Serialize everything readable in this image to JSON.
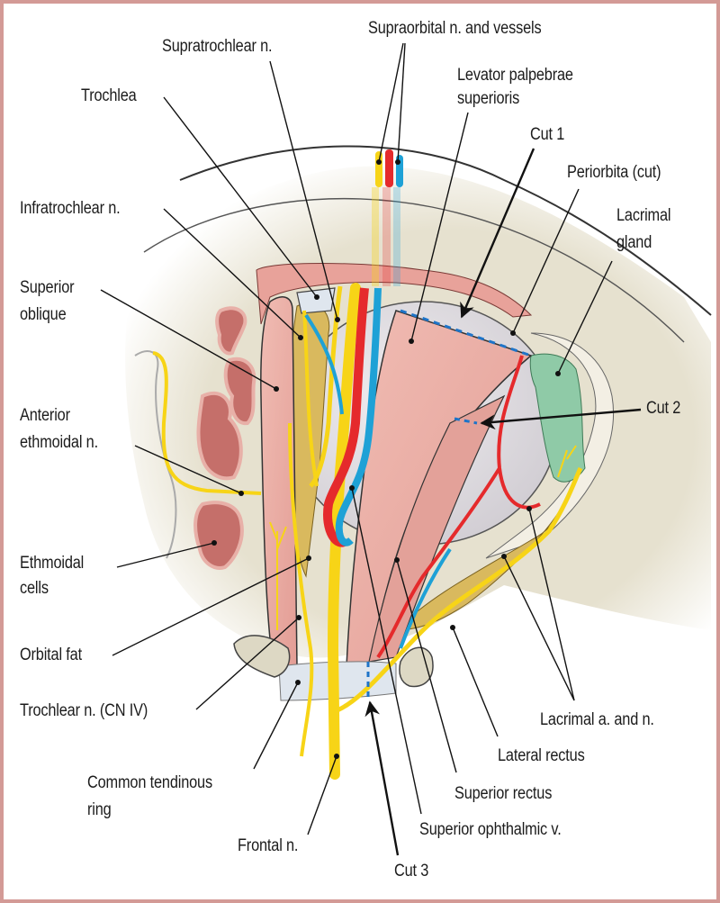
{
  "figure": {
    "subject": "Superior view of the orbit, dissected",
    "colors": {
      "frame": "#d39a96",
      "bone": "#e8e4d4",
      "muscle": "#e9aaa2",
      "nerve": "#f7d417",
      "artery": "#e52a2c",
      "vein": "#1ea1d6",
      "fat": "#d9b95e",
      "gland": "#8fcaa7",
      "sinus": "#c56f6a",
      "eyeball": "#dedcdf",
      "tendon": "#dfe6ee",
      "cut_line": "#1e74c8"
    }
  },
  "labels": {
    "supraorbital": "Supraorbital n. and vessels",
    "supratrochlear": "Supratrochlear n.",
    "levator_line1": "Levator palpebrae",
    "levator_line2": "superioris",
    "trochlea": "Trochlea",
    "cut1": "Cut 1",
    "periorbita": "Periorbita (cut)",
    "lacrimal_gland_line1": "Lacrimal",
    "lacrimal_gland_line2": "gland",
    "infratrochlear": "Infratrochlear n.",
    "superior_oblique_line1": "Superior",
    "superior_oblique_line2": "oblique",
    "anterior_ethmoidal_line1": "Anterior",
    "anterior_ethmoidal_line2": "ethmoidal n.",
    "cut2": "Cut 2",
    "ethmoidal_cells_line1": "Ethmoidal",
    "ethmoidal_cells_line2": "cells",
    "orbital_fat": "Orbital fat",
    "trochlear_n": "Trochlear n. (CN IV)",
    "lacrimal_a_n": "Lacrimal a. and n.",
    "lateral_rectus": "Lateral rectus",
    "common_tendinous_line1": "Common tendinous",
    "common_tendinous_line2": "ring",
    "superior_rectus": "Superior rectus",
    "frontal_n": "Frontal n.",
    "superior_ophthalmic_v": "Superior ophthalmic v.",
    "cut3": "Cut 3"
  }
}
